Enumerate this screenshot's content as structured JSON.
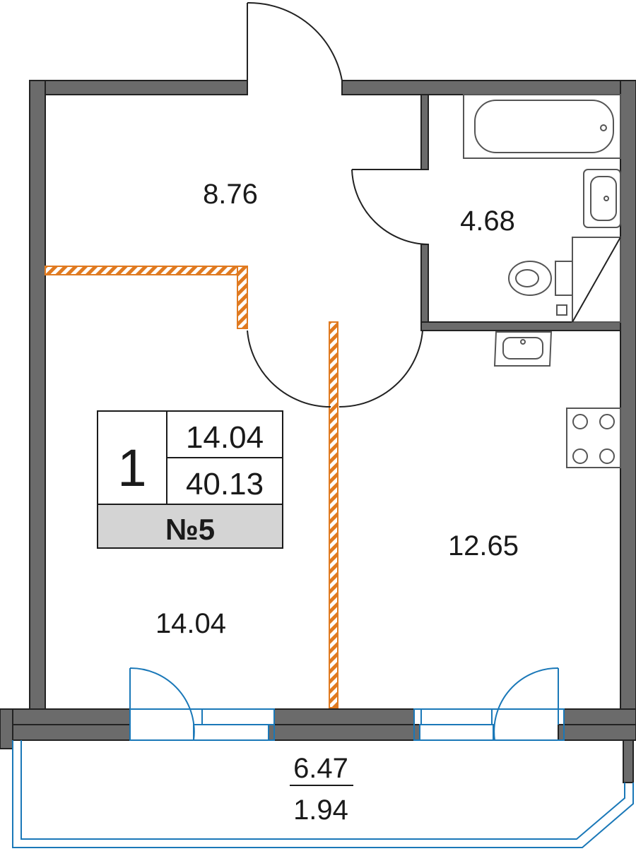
{
  "colors": {
    "wall": "#6b6b6b",
    "partition": "#e07a20",
    "glazing": "#1a78b8",
    "badge_background": "#d4d4d4"
  },
  "rooms": {
    "hall": {
      "area": "8.76"
    },
    "bathroom": {
      "area": "4.68"
    },
    "living_room": {
      "area": "14.04"
    },
    "kitchen": {
      "area": "12.65"
    },
    "balcony": {
      "area_total": "6.47",
      "area_reduced": "1.94"
    }
  },
  "info_box": {
    "rooms_count": "1",
    "living_area": "14.04",
    "total_area": "40.13",
    "apartment_number": "№5"
  },
  "icons": [
    "bathtub-icon",
    "washbasin-icon",
    "toilet-icon",
    "shower-icon",
    "kitchen-sink-icon",
    "stove-icon",
    "door-swing-icon"
  ]
}
